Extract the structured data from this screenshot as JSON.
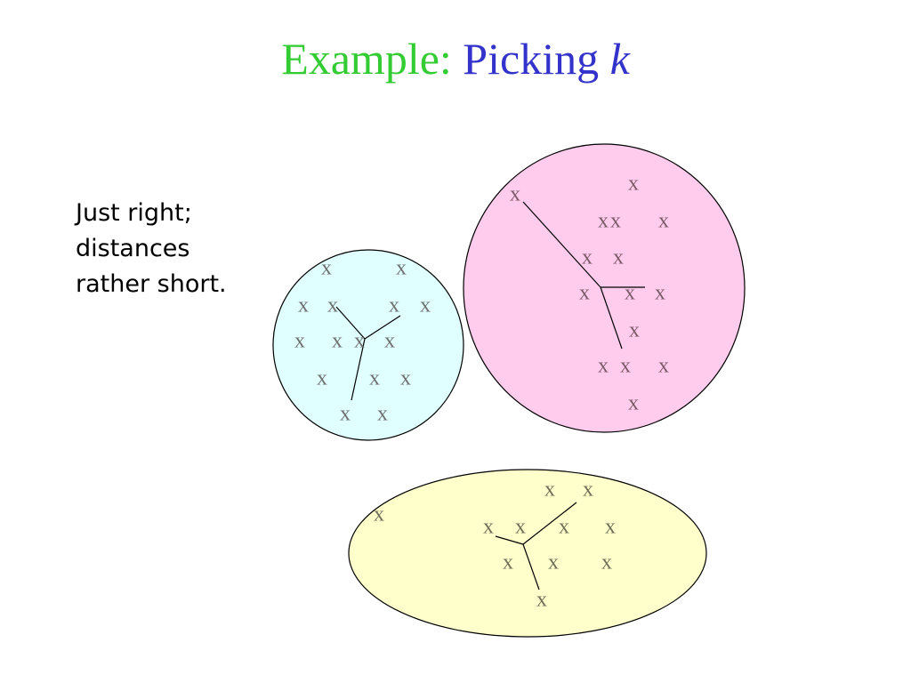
{
  "title": {
    "part1": "Example:",
    "part2": "Picking",
    "part3": "k"
  },
  "caption": {
    "line1": "Just right;",
    "line2": "distances",
    "line3": "rather short."
  },
  "point_label": "x",
  "colors": {
    "title_green": "#33cc33",
    "title_blue": "#3333cc",
    "cyan_fill": "#e0ffff",
    "pink_fill": "#ffccee",
    "yellow_fill": "#ffffcc",
    "outline": "#000000"
  }
}
